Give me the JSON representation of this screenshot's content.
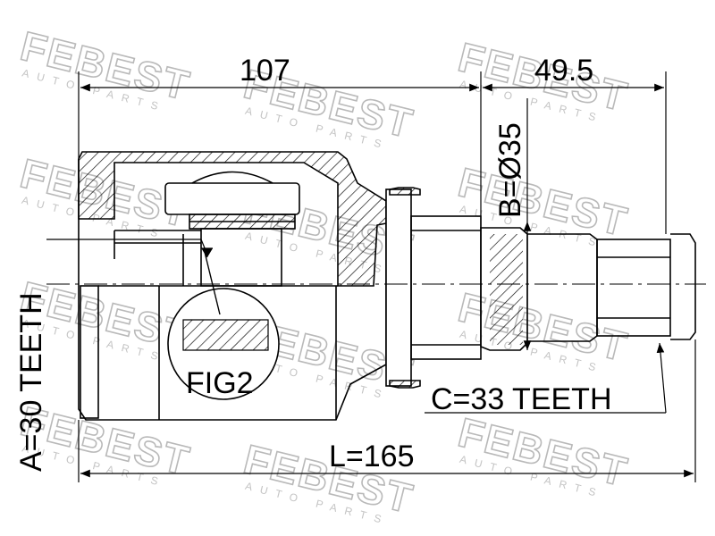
{
  "watermark": {
    "brand": "FEBEST",
    "tagline": "AUTO PARTS"
  },
  "dimensions": {
    "body_length": "107",
    "shaft_length": "49.5",
    "shaft_diameter": "B=Ø35",
    "total_length": "L=165",
    "inner_teeth": "A=30 TEETH",
    "outer_teeth": "C=33 TEETH",
    "detail_label": "FIG2"
  }
}
